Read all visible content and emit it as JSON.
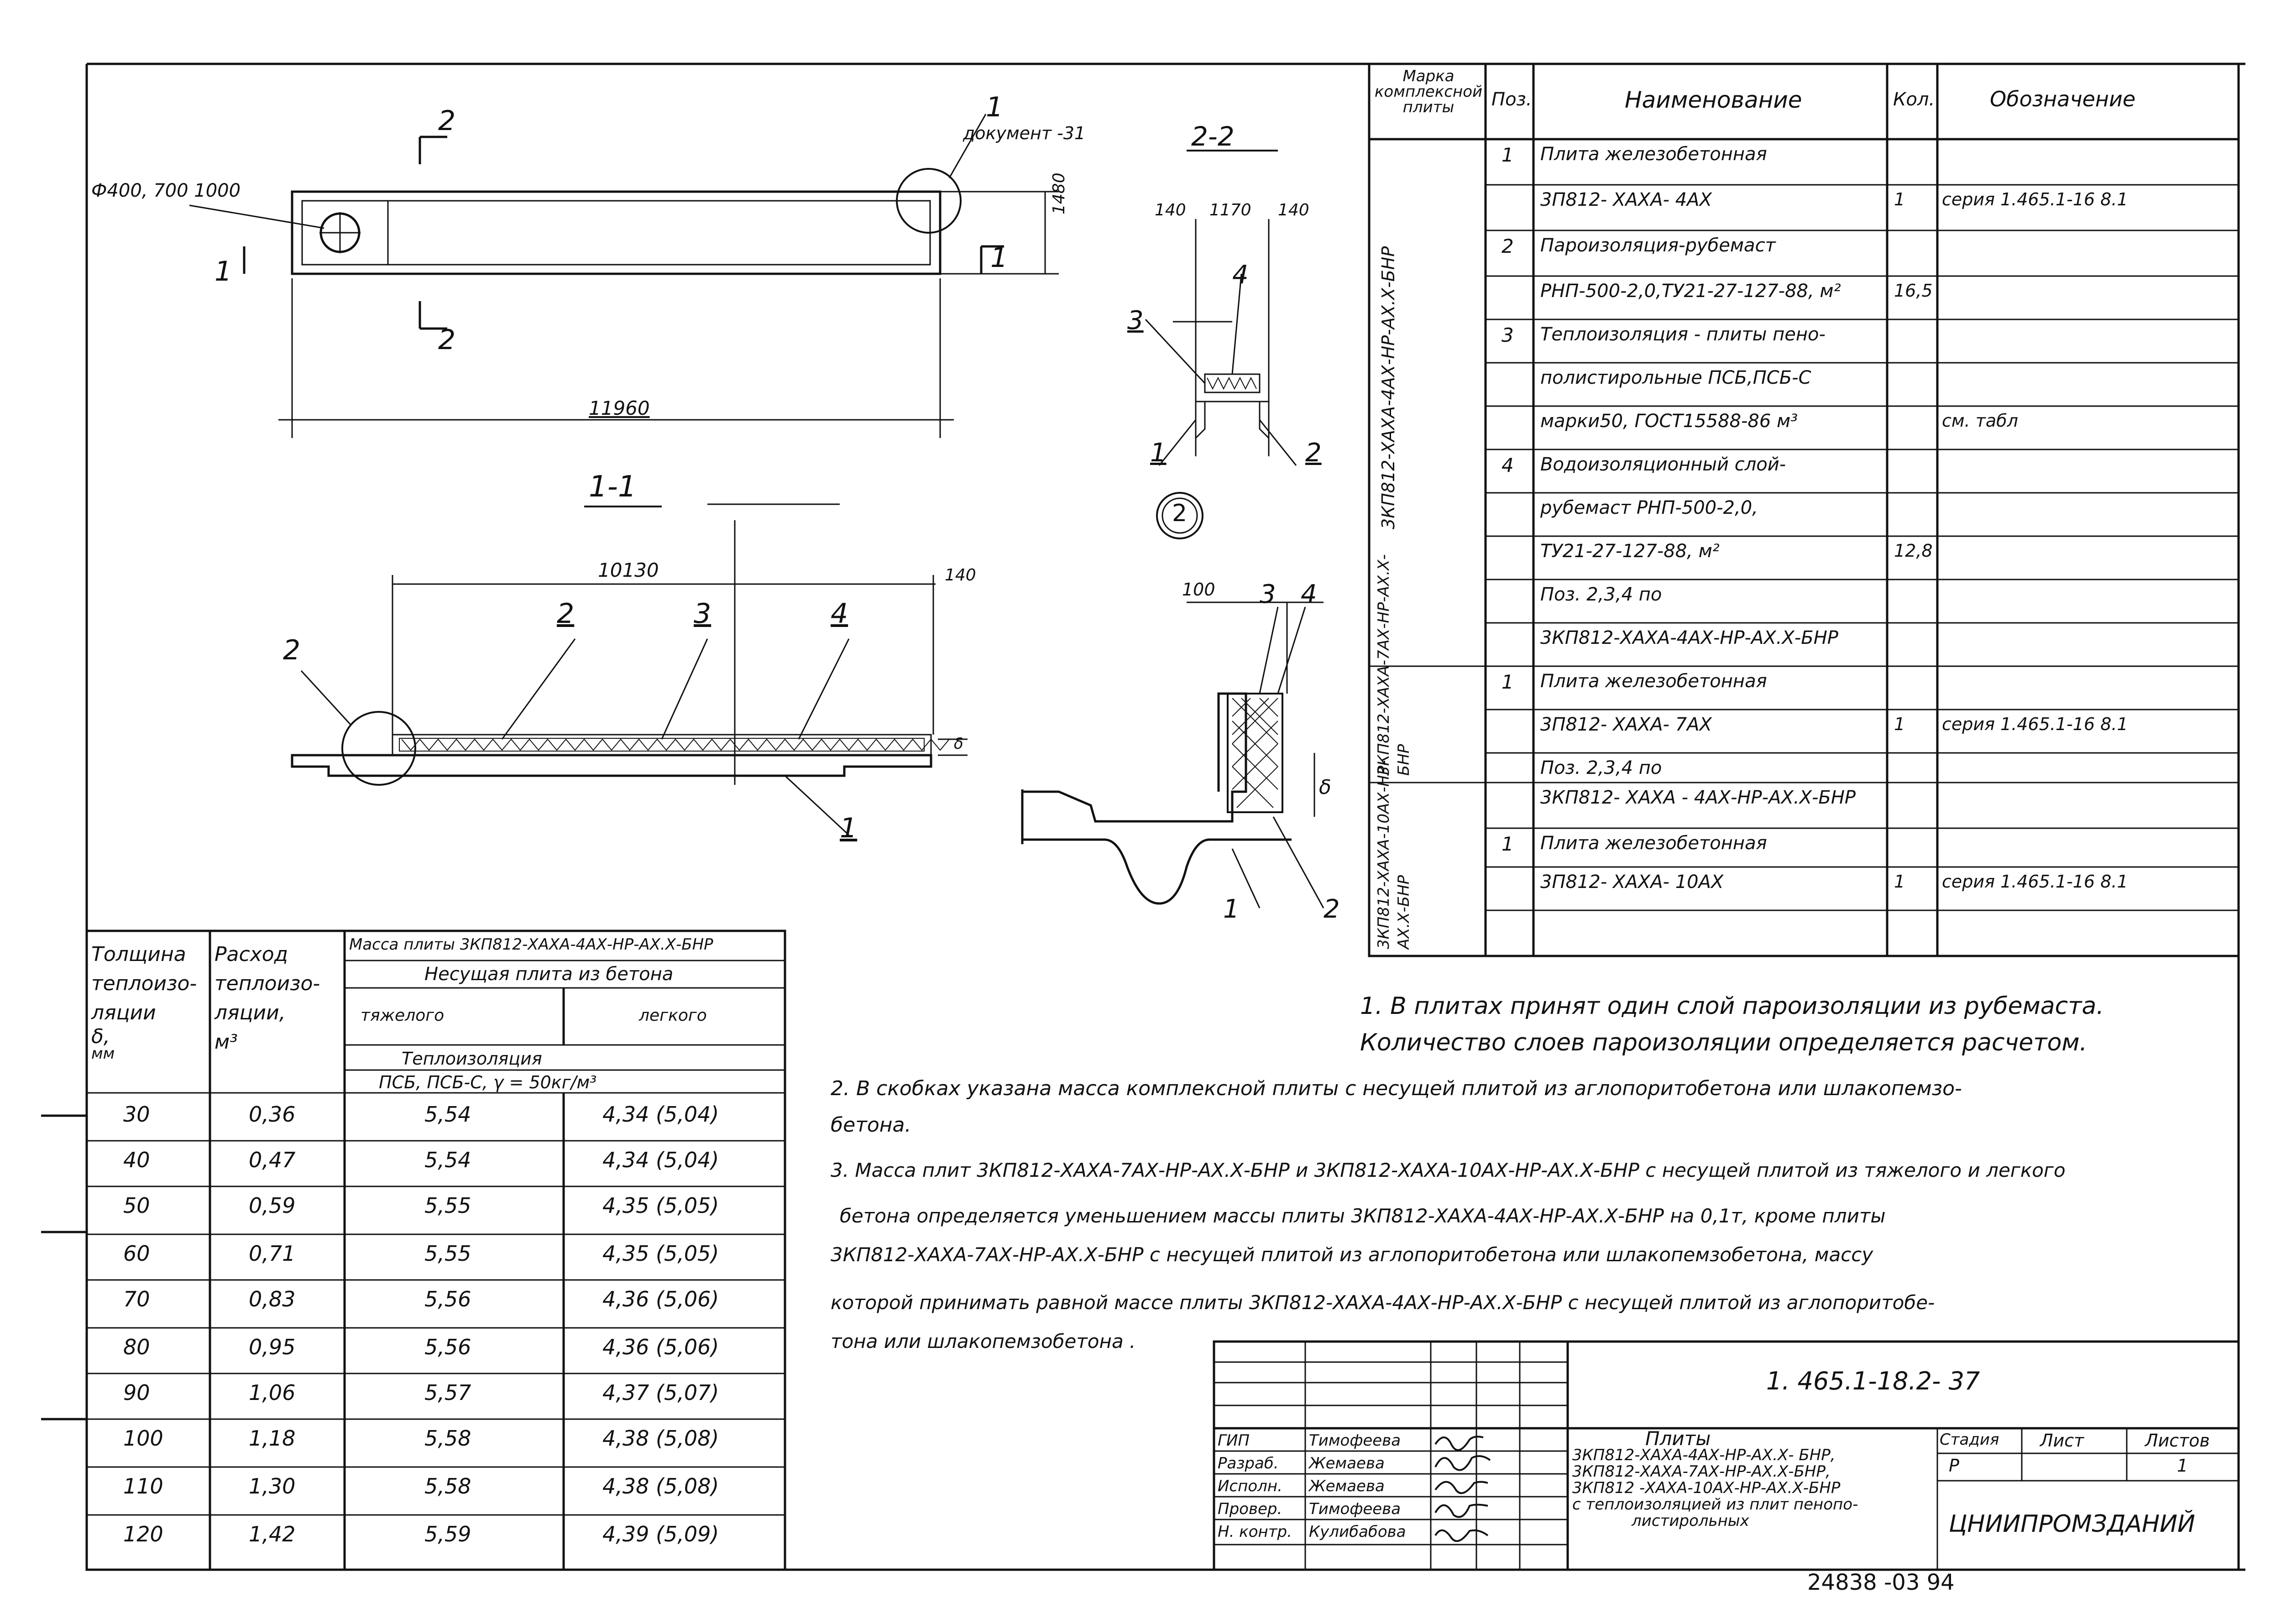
{
  "drawings": {
    "plan": {
      "hole_label": "Ф400, 700 1000",
      "doc_ref_label": "документ -31",
      "callout_1": "1",
      "section_mark_2": "2",
      "section_mark_1": "1",
      "length_total": "11960",
      "height": "1480"
    },
    "section_1_1": {
      "title": "1-1",
      "length": "10130",
      "dim_140": "140",
      "callout_2": "2",
      "pos_2": "2",
      "pos_3": "3",
      "pos_4": "4",
      "pos_1": "1",
      "thk_symbol": "δ"
    },
    "section_2_2": {
      "title": "2-2",
      "dim_left": "140",
      "dim_mid": "1170",
      "dim_right": "140",
      "pos_1": "1",
      "pos_2": "2",
      "pos_3": "3",
      "pos_4": "4"
    },
    "detail_2": {
      "circle_label": "2",
      "dim_100": "100",
      "pos_3": "3",
      "pos_4": "4",
      "pos_1": "1",
      "pos_2": "2",
      "thk_symbol": "δ"
    }
  },
  "spec_table": {
    "headers": {
      "mark": "Марка комплексной плиты",
      "pos": "Поз.",
      "name": "Наименование",
      "qty": "Кол.",
      "designation": "Обозначение"
    },
    "groups": [
      {
        "mark": "3КП812-ХАХА-4АХ-НР-АХ.Х-БНР"
      },
      {
        "mark": "3КП812-ХАХА-7АХ-НР-АХ.Х-БНР"
      },
      {
        "mark": "3КП812-ХАХА-10АХ-НР-АХ.Х-БНР"
      }
    ],
    "rows": [
      {
        "pos": "1",
        "name": "Плита железобетонная",
        "qty": "",
        "des": ""
      },
      {
        "pos": "",
        "name": "3П812- ХАХА- 4АХ",
        "qty": "1",
        "des": "серия 1.465.1-16 8.1"
      },
      {
        "pos": "2",
        "name": "Пароизоляция-рубемаст",
        "qty": "",
        "des": ""
      },
      {
        "pos": "",
        "name": "РНП-500-2,0,ТУ21-27-127-88,  м²",
        "qty": "16,5",
        "des": ""
      },
      {
        "pos": "3",
        "name": "Теплоизоляция - плиты пено-",
        "qty": "",
        "des": ""
      },
      {
        "pos": "",
        "name": "полистирольные ПСБ,ПСБ-С",
        "qty": "",
        "des": ""
      },
      {
        "pos": "",
        "name": "марки50, ГОСТ15588-86  м³",
        "qty": "",
        "des": "см. табл"
      },
      {
        "pos": "4",
        "name": "Водоизоляционный слой-",
        "qty": "",
        "des": ""
      },
      {
        "pos": "",
        "name": "рубемаст РНП-500-2,0,",
        "qty": "",
        "des": ""
      },
      {
        "pos": "",
        "name": "ТУ21-27-127-88,        м²",
        "qty": "12,8",
        "des": ""
      },
      {
        "pos": "",
        "name": "Поз. 2,3,4 по",
        "qty": "",
        "des": ""
      },
      {
        "pos": "",
        "name": "3КП812-ХАХА-4АХ-НР-АХ.Х-БНР",
        "qty": "",
        "des": ""
      },
      {
        "pos": "1",
        "name": "Плита железобетонная",
        "qty": "",
        "des": ""
      },
      {
        "pos": "",
        "name": "3П812- ХАХА- 7АХ",
        "qty": "1",
        "des": "серия 1.465.1-16 8.1"
      },
      {
        "pos": "",
        "name": "Поз. 2,3,4 по",
        "qty": "",
        "des": ""
      },
      {
        "pos": "",
        "name": "3КП812- ХАХА - 4АХ-НР-АХ.Х-БНР",
        "qty": "",
        "des": ""
      },
      {
        "pos": "1",
        "name": "Плита железобетонная",
        "qty": "",
        "des": ""
      },
      {
        "pos": "",
        "name": "3П812- ХАХА- 10АХ",
        "qty": "1",
        "des": "серия 1.465.1-16 8.1"
      }
    ]
  },
  "mass_table": {
    "h_thickness": [
      "Толщина",
      "теплоизо-",
      "ляции",
      "δ,",
      "мм"
    ],
    "h_consumption": [
      "Расход",
      "теплоизо-",
      "ляции,",
      "м³"
    ],
    "h_mass": "Масса плиты 3КП812-ХАХА-4АХ-НР-АХ.Х-БНР",
    "h_bearing": "Несущая плита из бетона",
    "h_heavy": "тяжелого",
    "h_light": "легкого",
    "h_insul": "Теплоизоляция",
    "h_type": "ПСБ, ПСБ-С,  γ = 50кг/м³",
    "rows": [
      [
        "30",
        "0,36",
        "5,54",
        "4,34 (5,04)"
      ],
      [
        "40",
        "0,47",
        "5,54",
        "4,34  (5,04)"
      ],
      [
        "50",
        "0,59",
        "5,55",
        "4,35 (5,05)"
      ],
      [
        "60",
        "0,71",
        "5,55",
        "4,35 (5,05)"
      ],
      [
        "70",
        "0,83",
        "5,56",
        "4,36 (5,06)"
      ],
      [
        "80",
        "0,95",
        "5,56",
        "4,36 (5,06)"
      ],
      [
        "90",
        "1,06",
        "5,57",
        "4,37 (5,07)"
      ],
      [
        "100",
        "1,18",
        "5,58",
        "4,38 (5,08)"
      ],
      [
        "110",
        "1,30",
        "5,58",
        "4,38 (5,08)"
      ],
      [
        "120",
        "1,42",
        "5,59",
        "4,39 (5,09)"
      ]
    ]
  },
  "notes": {
    "n1a": "1. В плитах принят один слой пароизоляции из рубемаста.",
    "n1b": "Количество слоев пароизоляции определяется расчетом.",
    "n2a": "2. В скобках указана масса комплексной плиты с несущей плитой из аглопоритобетона или шлакопемзо-",
    "n2b": "бетона.",
    "n3a": "3. Масса плит 3КП812-ХАХА-7АХ-НР-АХ.Х-БНР и 3КП812-ХАХА-10АХ-НР-АХ.Х-БНР с несущей плитой из тяжелого и легкого",
    "n3b": "бетона определяется уменьшением массы плиты 3КП812-ХАХА-4АХ-НР-АХ.Х-БНР на 0,1т, кроме плиты",
    "n3c": "3КП812-ХАХА-7АХ-НР-АХ.Х-БНР с несущей плитой из аглопоритобетона или шлакопемзобетона, массу",
    "n3d": "которой принимать равной массе плиты  3КП812-ХАХА-4АХ-НР-АХ.Х-БНР с несущей  плитой из аглопоритобе-",
    "n3e": "тона или шлакопемзобетона ."
  },
  "title_block": {
    "doc_code": "1. 465.1-18.2- 37",
    "roles": [
      {
        "role": "ГИП",
        "name": "Тимофеева"
      },
      {
        "role": "Разраб.",
        "name": "Жемаева"
      },
      {
        "role": "Исполн.",
        "name": "Жемаева"
      },
      {
        "role": "Провер.",
        "name": "Тимофеева"
      },
      {
        "role": "Н. контр.",
        "name": "Кулибабова"
      }
    ],
    "title_lines": [
      "Плиты",
      "3КП812-ХАХА-4АХ-НР-АХ.Х- БНР,",
      "3КП812-ХАХА-7АХ-НР-АХ.Х-БНР,",
      "3КП812 -ХАХА-10АХ-НР-АХ.Х-БНР",
      "с теплоизоляцией из плит пенопо-",
      "листирольных"
    ],
    "stage_h": "Стадия",
    "sheet_h": "Лист",
    "sheets_h": "Листов",
    "stage": "Р",
    "sheets": "1",
    "org": "ЦНИИПРОМЗДАНИЙ",
    "footer": "24838 -03  94"
  }
}
